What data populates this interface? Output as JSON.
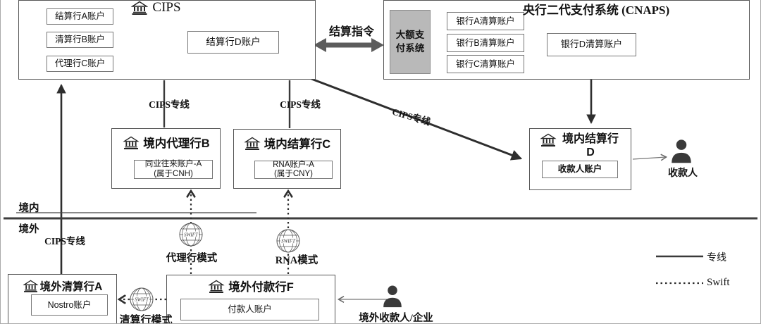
{
  "cips": {
    "title": "CIPS",
    "accounts": [
      "结算行A账户",
      "清算行B账户",
      "代理行C账户"
    ],
    "settlement_account": "结算行D账户"
  },
  "cnaps": {
    "title": "央行二代支付系统 (CNAPS)",
    "hvps_line1": "大额支",
    "hvps_line2": "付系统",
    "accounts": [
      "银行A清算账户",
      "银行B清算账户",
      "银行C清算账户"
    ],
    "settlement_account": "银行D清算账户"
  },
  "instruction_label": "结算指令",
  "labels": {
    "cips_line": "CIPS专线",
    "domestic": "境内",
    "overseas": "境外"
  },
  "banks": {
    "b": {
      "name": "境内代理行B",
      "account": "同业往来账户-A",
      "account_note": "(属于CNH)"
    },
    "c": {
      "name": "境内结算行C",
      "account": "RNA账户-A",
      "account_note": "(属于CNY)"
    },
    "d": {
      "name": "境内结算行D",
      "account": "收款人账户"
    },
    "a": {
      "name": "境外清算行A",
      "account": "Nostro账户"
    },
    "f": {
      "name": "境外付款行F",
      "account": "付款人账户"
    }
  },
  "persons": {
    "payee": "收款人",
    "overseas_party": "境外收款人/企业"
  },
  "modes": {
    "agent": "代理行模式",
    "rna": "RNA模式",
    "clearing": "清算行模式"
  },
  "legend": {
    "solid": "专线",
    "dotted": "Swift"
  },
  "swift_text": "SWIFT",
  "colors": {
    "line": "#2e2e2e",
    "hvps_fill": "#b9b9b9",
    "instruction_arrow": "#5c5c5c"
  }
}
